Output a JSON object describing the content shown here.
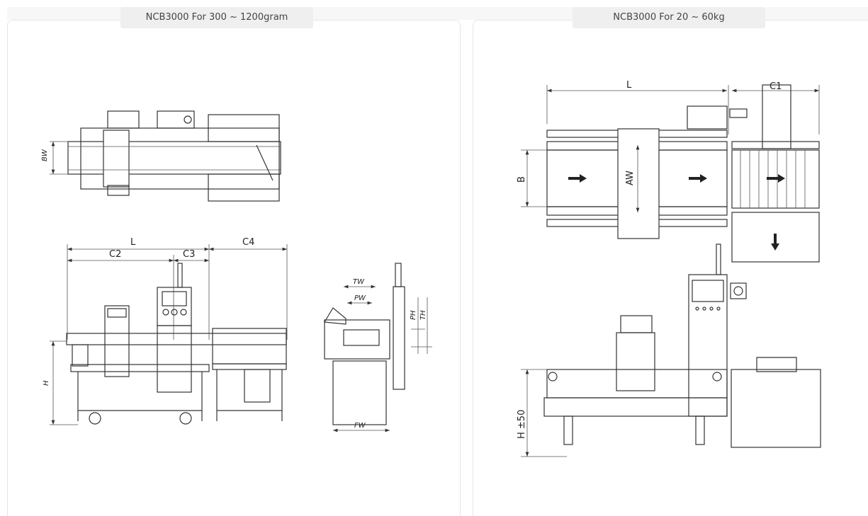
{
  "panels": [
    {
      "title": "NCB3000 For 300 ~ 1200gram",
      "labels": {
        "bw": "BW",
        "l": "L",
        "c2": "C2",
        "c3": "C3",
        "c4": "C4",
        "h": "H",
        "tw": "TW",
        "pw": "PW",
        "ph": "PH",
        "th": "TH",
        "fw": "FW"
      }
    },
    {
      "title": "NCB3000 For 20 ~ 60kg",
      "labels": {
        "l": "L",
        "c1": "C1",
        "b": "B",
        "aw": "AW",
        "h": "H ±50"
      }
    }
  ]
}
